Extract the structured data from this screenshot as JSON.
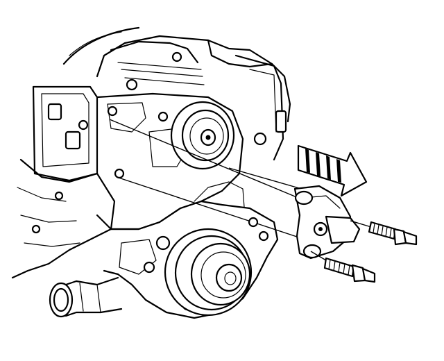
{
  "figure": {
    "subject": "engine-front-accessory-bracket-removal",
    "components": [
      {
        "id": "engine-block",
        "icon": "engine-block-icon"
      },
      {
        "id": "idler-pulley",
        "icon": "pulley-icon"
      },
      {
        "id": "water-pump-pulley",
        "icon": "pulley-icon"
      },
      {
        "id": "accessory-bracket",
        "icon": "bracket-icon"
      },
      {
        "id": "bolt-upper",
        "icon": "bolt-icon"
      },
      {
        "id": "bolt-lower",
        "icon": "bolt-icon"
      },
      {
        "id": "thermostat-outlet",
        "icon": "pipe-icon"
      },
      {
        "id": "direction-arrow",
        "icon": "arrow-right-icon"
      }
    ],
    "colors": {
      "line": "#000000",
      "background": "#ffffff"
    }
  }
}
